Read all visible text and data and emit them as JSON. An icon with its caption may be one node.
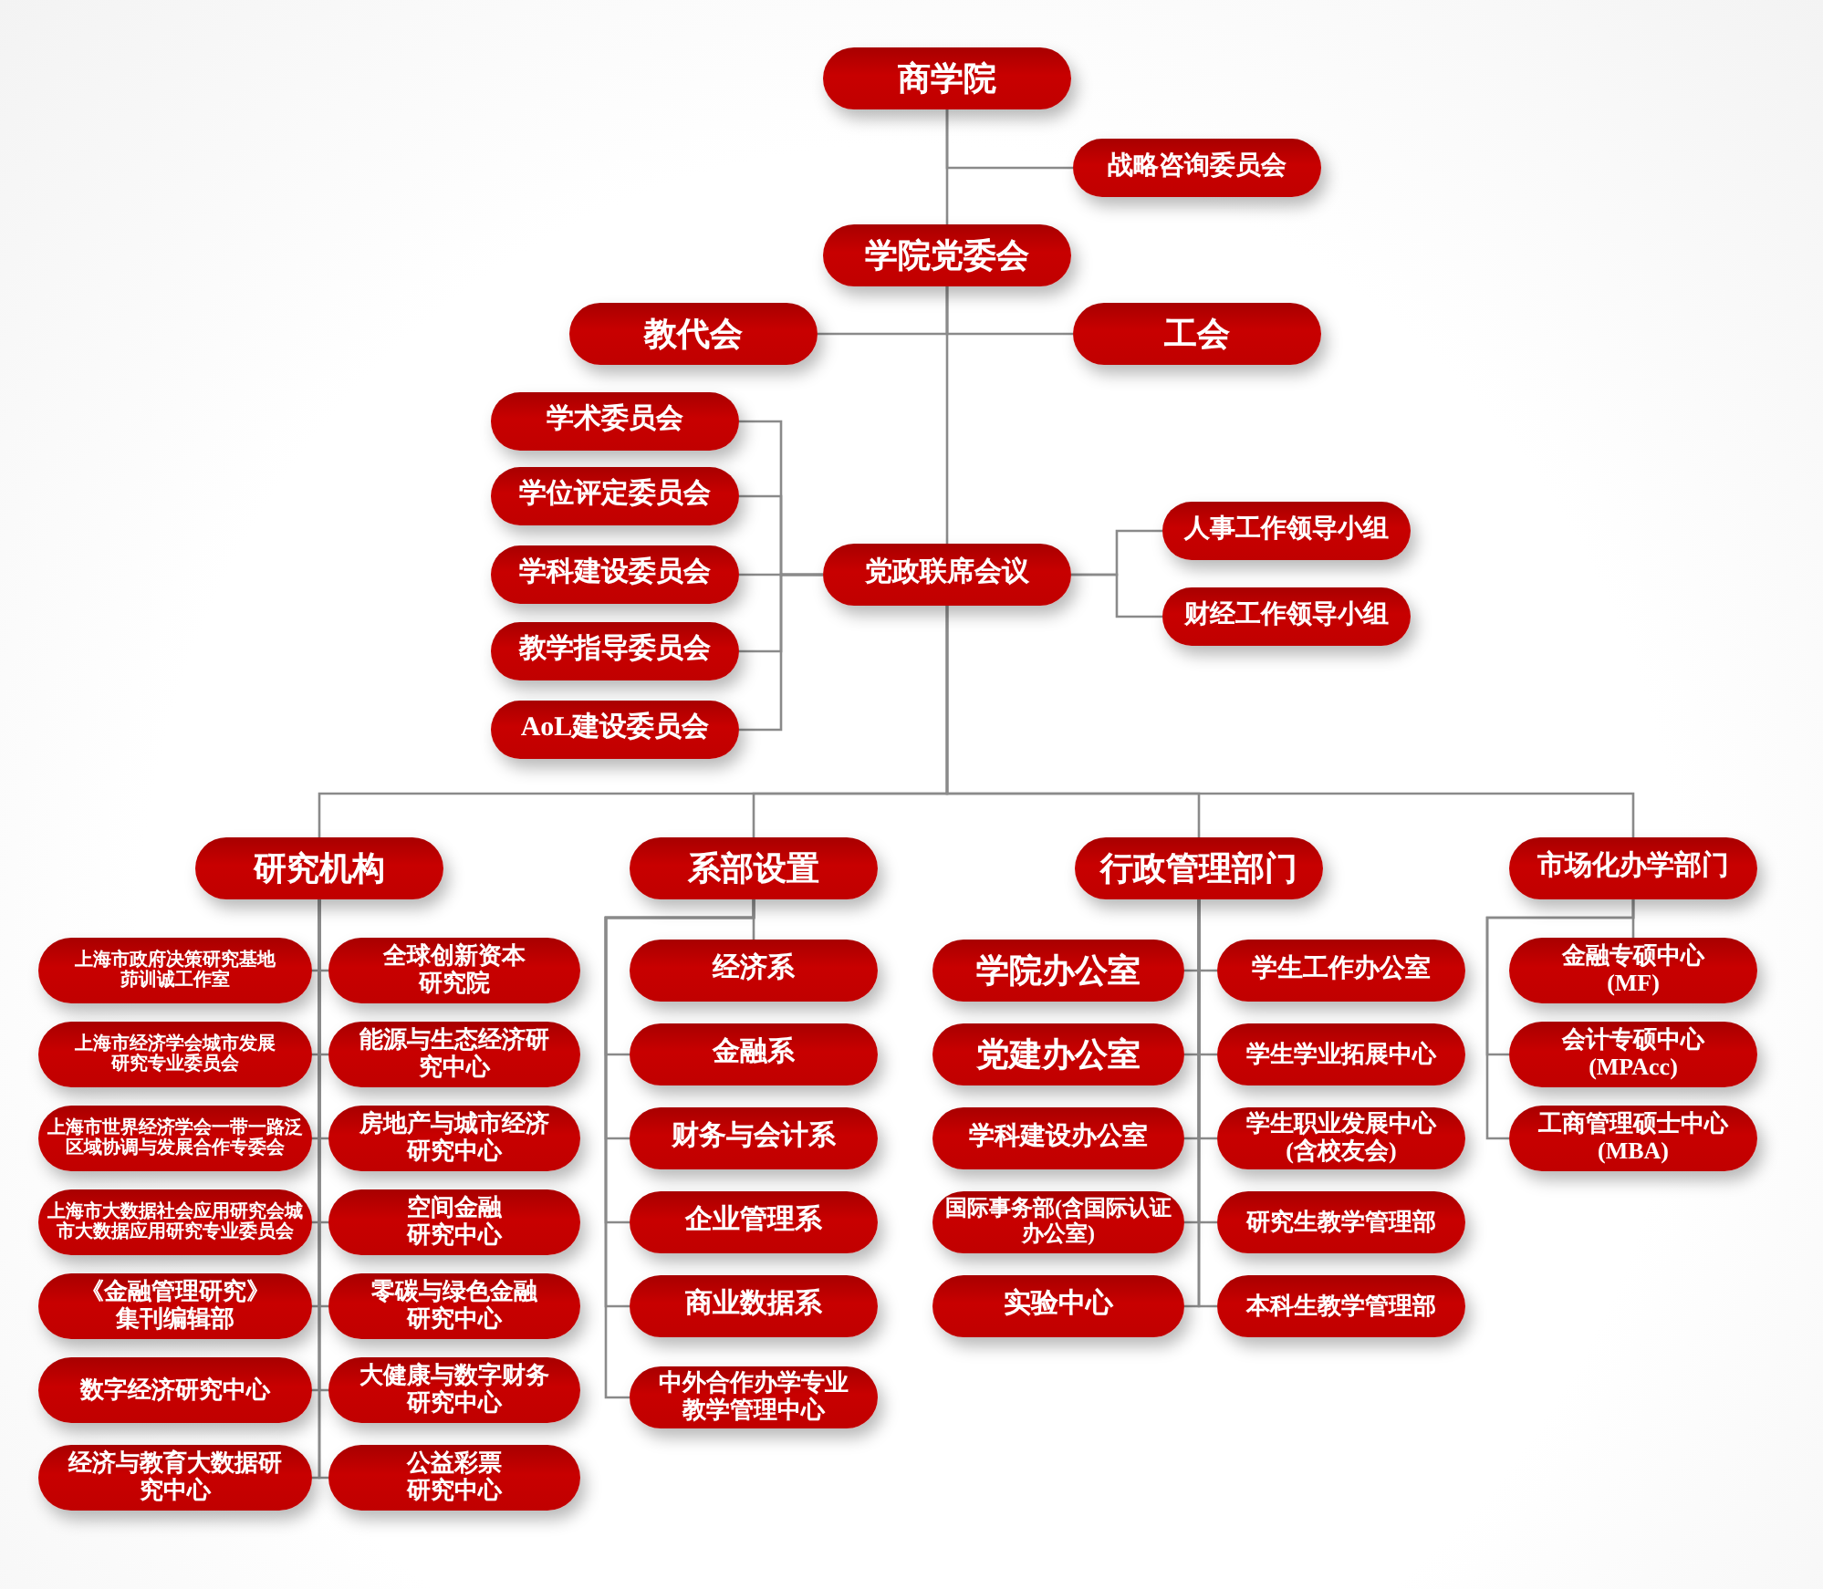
{
  "diagram": {
    "nodes": [
      {
        "text": [
          "商学院"
        ]
      },
      {
        "text": [
          "战略咨询委员会"
        ]
      },
      {
        "text": [
          "学院党委会"
        ]
      },
      {
        "text": [
          "教代会"
        ]
      },
      {
        "text": [
          "工会"
        ]
      },
      {
        "text": [
          "学术委员会"
        ]
      },
      {
        "text": [
          "学位评定委员会"
        ]
      },
      {
        "text": [
          "学科建设委员会"
        ]
      },
      {
        "text": [
          "教学指导委员会"
        ]
      },
      {
        "text": [
          "AoL建设委员会"
        ]
      },
      {
        "text": [
          "党政联席会议"
        ]
      },
      {
        "text": [
          "人事工作领导小组"
        ]
      },
      {
        "text": [
          "财经工作领导小组"
        ]
      },
      {
        "text": [
          "研究机构"
        ]
      },
      {
        "text": [
          "系部设置"
        ]
      },
      {
        "text": [
          "行政管理部门"
        ]
      },
      {
        "text": [
          "市场化办学部门"
        ]
      },
      {
        "text": [
          "上海市政府决策研究基地茆训诚工作室"
        ]
      },
      {
        "text": [
          "上海市经济学会城市发展研究专业委员会"
        ]
      },
      {
        "text": [
          "上海市世界经济学会一带一路泛区域协调与发展合作专委会"
        ]
      },
      {
        "text": [
          "上海市大数据社会应用研究会城市大数据应用研究专业委员会"
        ]
      },
      {
        "text": [
          "《金融管理研究》集刊编辑部"
        ]
      },
      {
        "text": [
          "数字经济研究中心"
        ]
      },
      {
        "text": [
          "经济与教育大数据研究中心"
        ]
      },
      {
        "text": [
          "全球创新资本研究院"
        ]
      },
      {
        "text": [
          "能源与生态经济研究中心"
        ]
      },
      {
        "text": [
          "房地产与城市经济研究中心"
        ]
      },
      {
        "text": [
          "空间金融研究中心"
        ]
      },
      {
        "text": [
          "零碳与绿色金融研究中心"
        ]
      },
      {
        "text": [
          "大健康与数字财务研究中心"
        ]
      },
      {
        "text": [
          "公益彩票研究中心"
        ]
      },
      {
        "text": [
          "经济系"
        ]
      },
      {
        "text": [
          "金融系"
        ]
      },
      {
        "text": [
          "财务与会计系"
        ]
      },
      {
        "text": [
          "企业管理系"
        ]
      },
      {
        "text": [
          "商业数据系"
        ]
      },
      {
        "text": [
          "中外合作办学专业教学管理中心"
        ]
      },
      {
        "text": [
          "学院办公室"
        ]
      },
      {
        "text": [
          "党建办公室"
        ]
      },
      {
        "text": [
          "学科建设办公室"
        ]
      },
      {
        "text": [
          "国际事务部(含国际认证办公室)"
        ]
      },
      {
        "text": [
          "实验中心"
        ]
      },
      {
        "text": [
          "学生工作办公室"
        ]
      },
      {
        "text": [
          "学生学业拓展中心"
        ]
      },
      {
        "text": [
          "学生职业发展中心(含校友会)"
        ]
      },
      {
        "text": [
          "研究生教学管理部"
        ]
      },
      {
        "text": [
          "本科生教学管理部"
        ]
      },
      {
        "text": [
          "金融专硕中心(MF)"
        ]
      },
      {
        "text": [
          "会计专硕中心(MPAcc)"
        ]
      },
      {
        "text": [
          "工商管理硕士中心(MBA)"
        ]
      }
    ],
    "edges": [
      {
        "from": 0,
        "to": 1,
        "arrow": "none"
      },
      {
        "from": 0,
        "to": 2,
        "arrow": "none"
      },
      {
        "from": 2,
        "to": 3,
        "arrow": "none"
      },
      {
        "from": 2,
        "to": 4,
        "arrow": "none"
      },
      {
        "from": 2,
        "to": 10,
        "arrow": "none"
      },
      {
        "from": 10,
        "to": 5,
        "arrow": "none"
      },
      {
        "from": 10,
        "to": 6,
        "arrow": "none"
      },
      {
        "from": 10,
        "to": 7,
        "arrow": "none"
      },
      {
        "from": 10,
        "to": 8,
        "arrow": "none"
      },
      {
        "from": 10,
        "to": 9,
        "arrow": "none"
      },
      {
        "from": 10,
        "to": 11,
        "arrow": "none"
      },
      {
        "from": 10,
        "to": 12,
        "arrow": "none"
      },
      {
        "from": 10,
        "to": 13,
        "arrow": "none"
      },
      {
        "from": 10,
        "to": 14,
        "arrow": "none"
      },
      {
        "from": 10,
        "to": 15,
        "arrow": "none"
      },
      {
        "from": 10,
        "to": 16,
        "arrow": "none"
      },
      {
        "from": 13,
        "to": 17,
        "arrow": "none"
      },
      {
        "from": 13,
        "to": 18,
        "arrow": "none"
      },
      {
        "from": 13,
        "to": 19,
        "arrow": "none"
      },
      {
        "from": 13,
        "to": 20,
        "arrow": "none"
      },
      {
        "from": 13,
        "to": 21,
        "arrow": "none"
      },
      {
        "from": 13,
        "to": 22,
        "arrow": "none"
      },
      {
        "from": 13,
        "to": 23,
        "arrow": "none"
      },
      {
        "from": 13,
        "to": 24,
        "arrow": "none"
      },
      {
        "from": 13,
        "to": 25,
        "arrow": "none"
      },
      {
        "from": 13,
        "to": 26,
        "arrow": "none"
      },
      {
        "from": 13,
        "to": 27,
        "arrow": "none"
      },
      {
        "from": 13,
        "to": 28,
        "arrow": "none"
      },
      {
        "from": 13,
        "to": 29,
        "arrow": "none"
      },
      {
        "from": 13,
        "to": 30,
        "arrow": "none"
      },
      {
        "from": 14,
        "to": 31,
        "arrow": "none"
      },
      {
        "from": 14,
        "to": 32,
        "arrow": "none"
      },
      {
        "from": 14,
        "to": 33,
        "arrow": "none"
      },
      {
        "from": 14,
        "to": 34,
        "arrow": "none"
      },
      {
        "from": 14,
        "to": 35,
        "arrow": "none"
      },
      {
        "from": 14,
        "to": 36,
        "arrow": "none"
      },
      {
        "from": 15,
        "to": 37,
        "arrow": "none"
      },
      {
        "from": 15,
        "to": 38,
        "arrow": "none"
      },
      {
        "from": 15,
        "to": 39,
        "arrow": "none"
      },
      {
        "from": 15,
        "to": 40,
        "arrow": "none"
      },
      {
        "from": 15,
        "to": 41,
        "arrow": "none"
      },
      {
        "from": 15,
        "to": 42,
        "arrow": "none"
      },
      {
        "from": 15,
        "to": 43,
        "arrow": "none"
      },
      {
        "from": 15,
        "to": 44,
        "arrow": "none"
      },
      {
        "from": 15,
        "to": 45,
        "arrow": "none"
      },
      {
        "from": 15,
        "to": 46,
        "arrow": "none"
      },
      {
        "from": 16,
        "to": 47,
        "arrow": "none"
      },
      {
        "from": 16,
        "to": 48,
        "arrow": "none"
      },
      {
        "from": 16,
        "to": 49,
        "arrow": "none"
      }
    ]
  }
}
